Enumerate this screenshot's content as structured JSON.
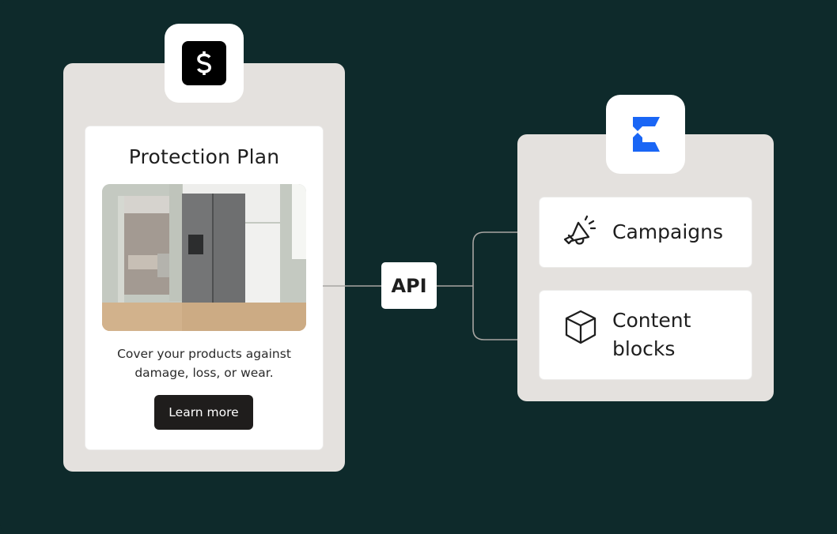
{
  "diagram": {
    "left_app": {
      "logo_icon": "dollar-s-icon",
      "card": {
        "title": "Protection Plan",
        "image_alt": "refrigerator-in-kitchen",
        "description_line1": "Cover your products against",
        "description_line2": "damage, loss, or wear.",
        "button_label": "Learn more"
      }
    },
    "connector": {
      "label": "API"
    },
    "right_app": {
      "logo_icon": "e-brand-icon",
      "features": [
        {
          "icon": "megaphone-icon",
          "label": "Campaigns"
        },
        {
          "icon": "cube-icon",
          "label_line1": "Content",
          "label_line2": "blocks"
        }
      ]
    },
    "colors": {
      "background": "#0e2a2b",
      "panel": "#e4e1de",
      "card": "#ffffff",
      "button": "#1f1d1c",
      "brand_blue": "#1a66f5",
      "connector_line": "#a7a5a2"
    }
  }
}
